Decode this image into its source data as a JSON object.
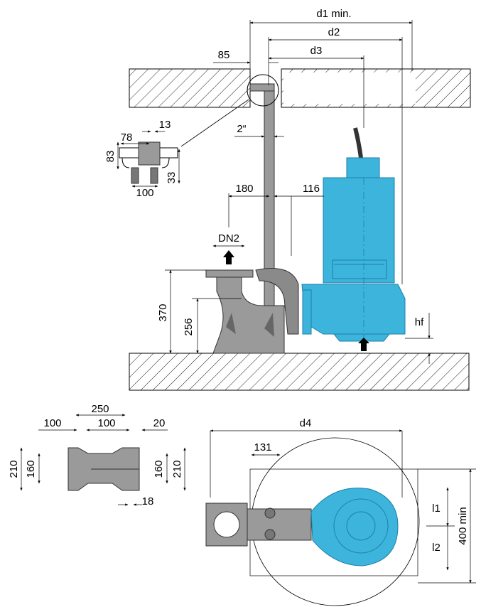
{
  "dimensions": {
    "d1": "d1 min.",
    "d2": "d2",
    "d3": "d3",
    "d4": "d4",
    "top_85": "85",
    "pipe_2in": "2“",
    "detail_13": "13",
    "detail_78": "78",
    "detail_83": "83",
    "detail_33": "33",
    "detail_100": "100",
    "side_180": "180",
    "side_116": "116",
    "outlet_dn2": "DN2",
    "height_370": "370",
    "height_256": "256",
    "hf": "hf",
    "base_250": "250",
    "base_100_left": "100",
    "base_100_mid": "100",
    "base_20": "20",
    "base_210_left": "210",
    "base_160_left": "160",
    "base_160_right": "160",
    "base_210_right": "210",
    "base_18": "18",
    "plan_131": "131",
    "l1": "l1",
    "l2": "l2",
    "min_400": "400 min"
  },
  "colors": {
    "pump_blue": "#3cb4dc",
    "pump_blue_dark": "#1e7fa6",
    "steel_grey": "#9a9a9a",
    "steel_dark": "#5a5a5a",
    "line": "#000000"
  }
}
